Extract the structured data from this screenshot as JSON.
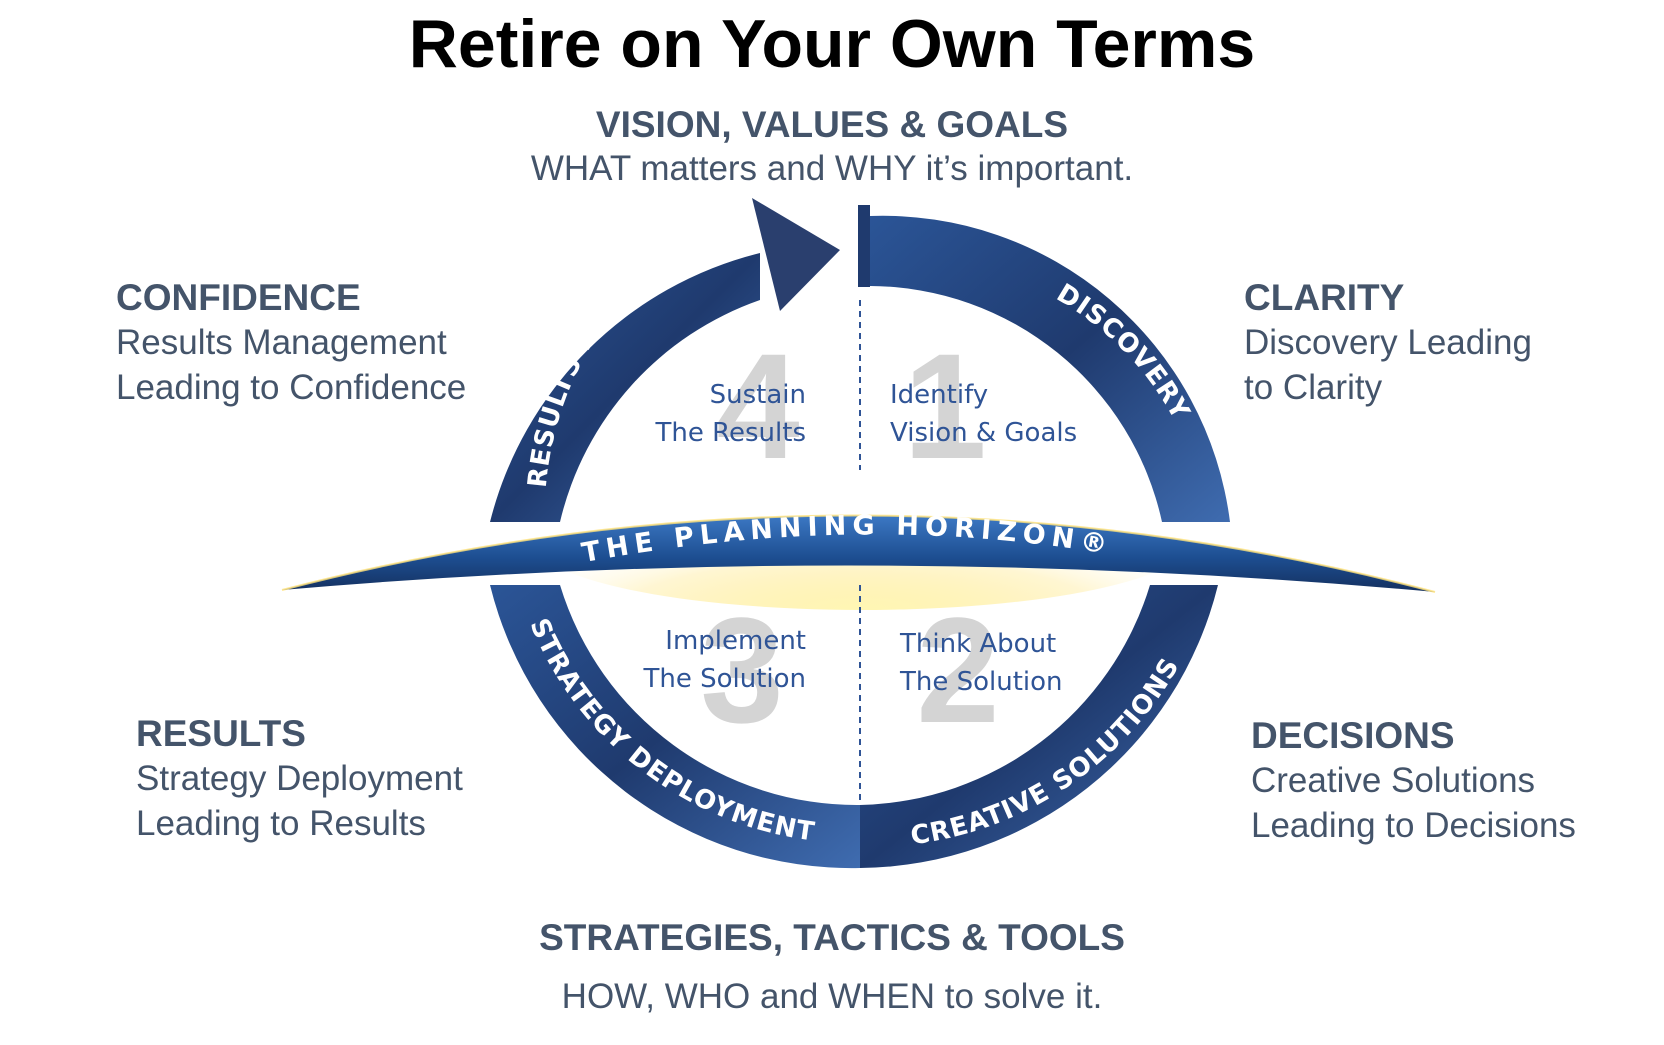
{
  "title": "Retire on Your Own Terms",
  "top": {
    "heading": "VISION, VALUES & GOALS",
    "subtitle": "WHAT matters and WHY it’s important."
  },
  "bottom": {
    "heading": "STRATEGIES, TACTICS & TOOLS",
    "subtitle": "HOW, WHO and WHEN to solve it."
  },
  "sides": {
    "confidence": {
      "heading": "CONFIDENCE",
      "lines": [
        "Results Management",
        "Leading to Confidence"
      ]
    },
    "clarity": {
      "heading": "CLARITY",
      "lines": [
        "Discovery Leading",
        "to Clarity"
      ]
    },
    "results": {
      "heading": "RESULTS",
      "lines": [
        "Strategy Deployment",
        "Leading to Results"
      ]
    },
    "decisions": {
      "heading": "DECISIONS",
      "lines": [
        "Creative Solutions",
        "Leading to Decisions"
      ]
    }
  },
  "ring": {
    "labels": {
      "results_management": "RESULTS MANAGEMENT",
      "discovery": "DISCOVERY",
      "strategy_deployment": "STRATEGY DEPLOYMENT",
      "creative_solutions": "CREATIVE SOLUTIONS"
    },
    "horizon": "THE PLANNING HORIZON®"
  },
  "quadrants": [
    {
      "number": "1",
      "lines": [
        "Identify",
        "Vision & Goals"
      ]
    },
    {
      "number": "2",
      "lines": [
        "Think About",
        "The Solution"
      ]
    },
    {
      "number": "3",
      "lines": [
        "Implement",
        "The Solution"
      ]
    },
    {
      "number": "4",
      "lines": [
        "Sustain",
        "The Results"
      ]
    }
  ],
  "colors": {
    "ring_dark": "#1f3a6e",
    "ring_light": "#3a66a8",
    "text": "#44546a",
    "quadrant_text": "#2f5496",
    "number": "#d4d4d4"
  }
}
